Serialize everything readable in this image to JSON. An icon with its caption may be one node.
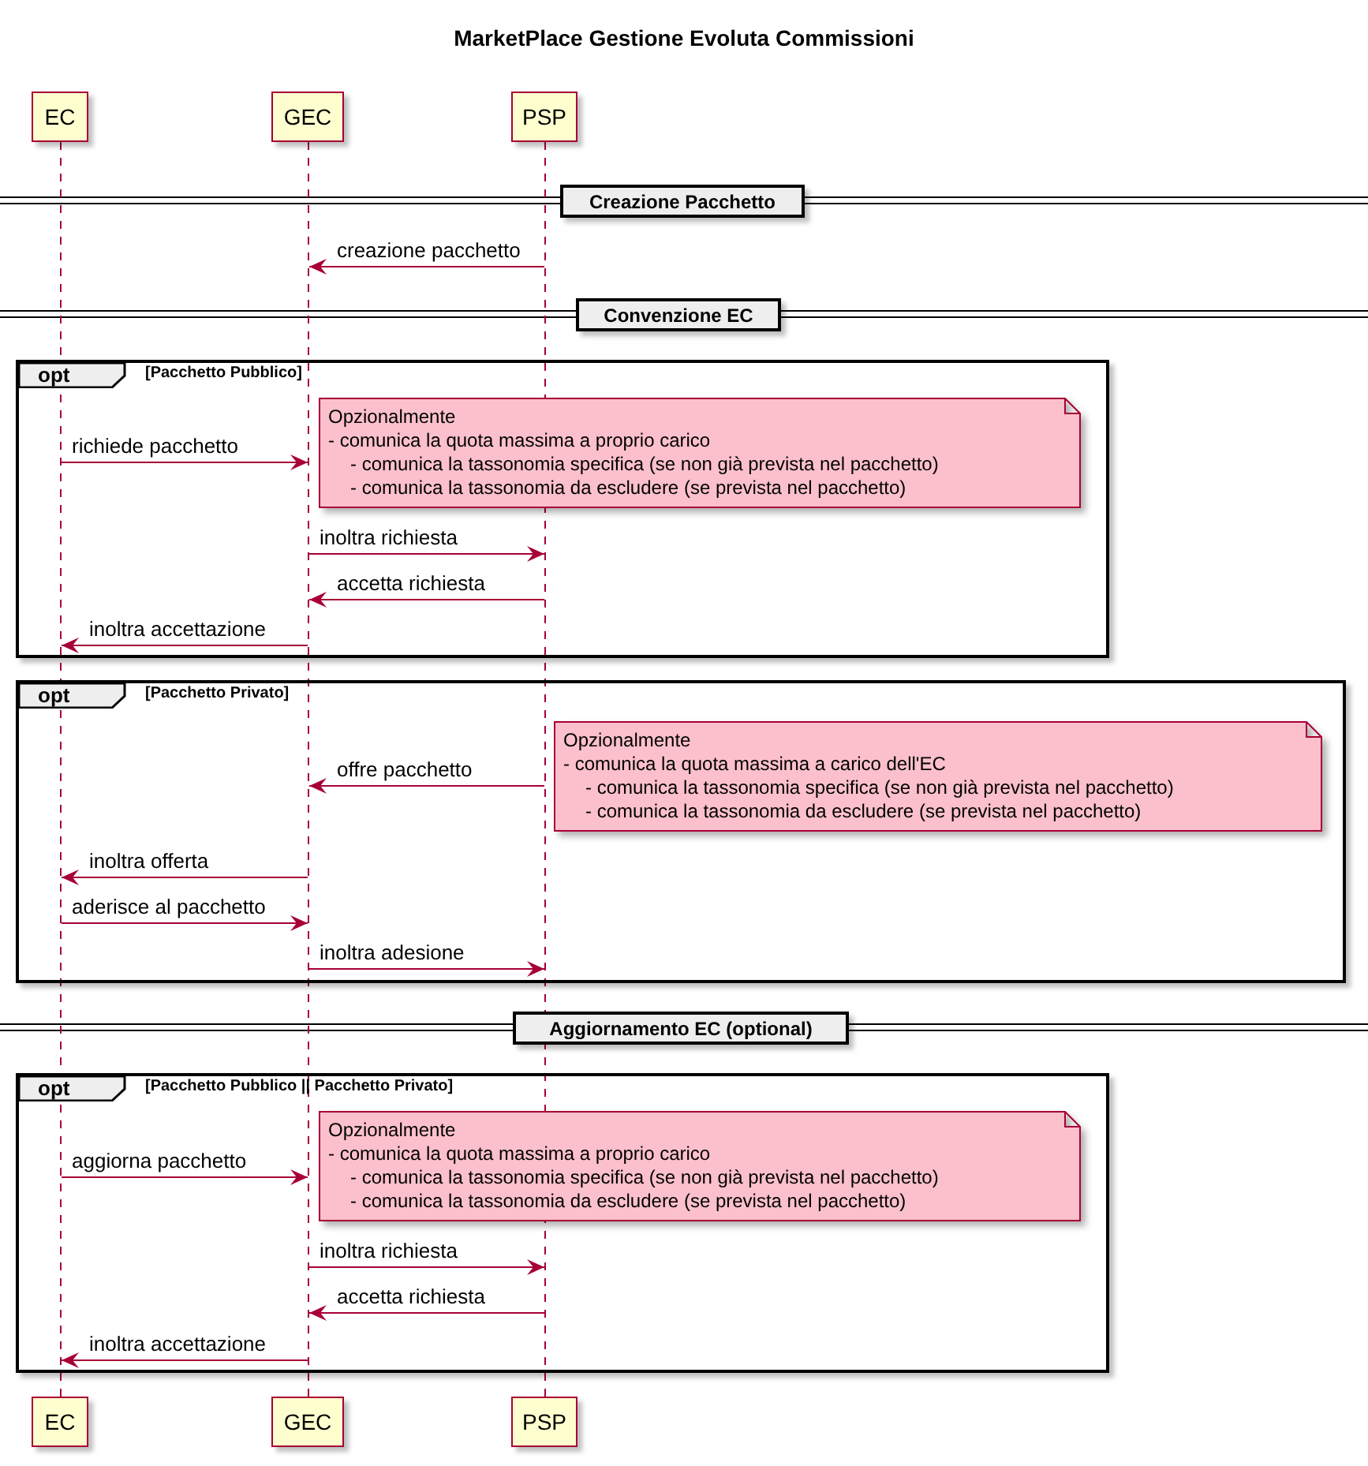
{
  "diagram": {
    "title": "MarketPlace Gestione Evoluta Commissioni",
    "nodes": [
      {
        "text": [
          "EC"
        ]
      },
      {
        "text": [
          "GEC"
        ]
      },
      {
        "text": [
          "PSP"
        ]
      },
      {
        "text": [],
        "shape": "line"
      },
      {
        "text": [],
        "shape": "line"
      },
      {
        "text": [],
        "shape": "line"
      },
      {
        "text": [
          "Creazione Pacchetto"
        ]
      },
      {
        "text": [
          "Convenzione EC"
        ]
      },
      {
        "text": [
          "opt",
          "[Pacchetto Pubblico]"
        ]
      },
      {
        "text": [
          "Opzionalmente",
          "- comunica la quota massima a proprio carico",
          "- comunica la tassonomia specifica (se non già prevista nel pacchetto)",
          "- comunica la tassonomia da escludere (se prevista nel pacchetto)"
        ],
        "in": 8
      },
      {
        "text": [
          "opt",
          "[Pacchetto Privato]"
        ]
      },
      {
        "text": [
          "Opzionalmente",
          "- comunica la quota massima a carico dell'EC",
          "- comunica la tassonomia specifica (se non già prevista nel pacchetto)",
          "- comunica la tassonomia da escludere (se prevista nel pacchetto)"
        ],
        "in": 10
      },
      {
        "text": [
          "Aggiornamento EC (optional)"
        ]
      },
      {
        "text": [
          "opt",
          "[Pacchetto Pubblico || Pacchetto Privato]"
        ]
      },
      {
        "text": [
          "Opzionalmente",
          "- comunica la quota massima a proprio carico",
          "- comunica la tassonomia specifica (se non già prevista nel pacchetto)",
          "- comunica la tassonomia da escludere (se prevista nel pacchetto)"
        ],
        "in": 13
      },
      {
        "text": [
          "EC"
        ]
      },
      {
        "text": [
          "GEC"
        ]
      },
      {
        "text": [
          "PSP"
        ]
      }
    ],
    "edges": [
      {
        "from": 5,
        "to": 4,
        "arrow": "to",
        "label": "creazione pacchetto"
      },
      {
        "from": 3,
        "to": 4,
        "arrow": "to",
        "label": "richiede pacchetto"
      },
      {
        "from": 4,
        "to": 5,
        "arrow": "to",
        "label": "inoltra richiesta"
      },
      {
        "from": 5,
        "to": 4,
        "arrow": "to",
        "label": "accetta richiesta"
      },
      {
        "from": 4,
        "to": 3,
        "arrow": "to",
        "label": "inoltra accettazione"
      },
      {
        "from": 5,
        "to": 4,
        "arrow": "to",
        "label": "offre pacchetto"
      },
      {
        "from": 4,
        "to": 3,
        "arrow": "to",
        "label": "inoltra offerta"
      },
      {
        "from": 3,
        "to": 4,
        "arrow": "to",
        "label": "aderisce al pacchetto"
      },
      {
        "from": 4,
        "to": 5,
        "arrow": "to",
        "label": "inoltra adesione"
      },
      {
        "from": 3,
        "to": 4,
        "arrow": "to",
        "label": "aggiorna pacchetto"
      },
      {
        "from": 4,
        "to": 5,
        "arrow": "to",
        "label": "inoltra richiesta"
      },
      {
        "from": 5,
        "to": 4,
        "arrow": "to",
        "label": "accetta richiesta"
      },
      {
        "from": 4,
        "to": 3,
        "arrow": "to",
        "label": "inoltra accettazione"
      }
    ]
  }
}
